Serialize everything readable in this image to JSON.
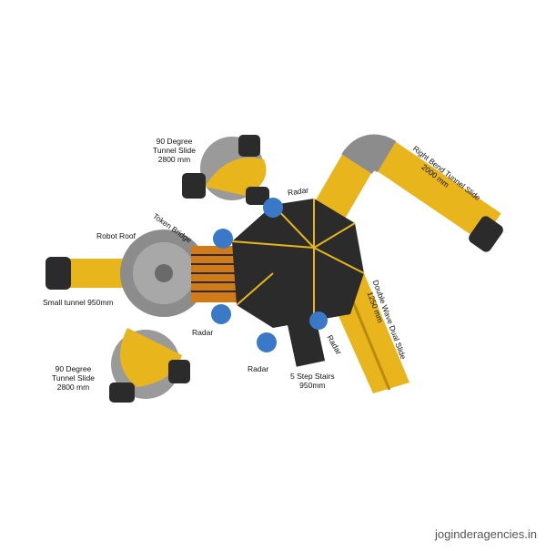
{
  "labels": {
    "tunnel_slide_top": {
      "line1": "90 Degree",
      "line2": "Tunnel Slide",
      "line3": "2800 mm"
    },
    "right_bend": {
      "line1": "Right Bend Tunnel Slide",
      "line2": "2000 mm"
    },
    "radar_top": "Radar",
    "token_bridge": "Token Bridge",
    "robot_roof": "Robot Roof",
    "small_tunnel": "Small tunnel 950mm",
    "radar_left": "Radar",
    "double_wave": {
      "line1": "Double Wave Dual Slide",
      "line2": "1250 mm"
    },
    "tunnel_slide_bottom": {
      "line1": "90 Degree",
      "line2": "Tunnel Slide",
      "line3": "2800 mm"
    },
    "radar_bottom": "Radar",
    "radar_right": "Radar",
    "stairs": {
      "line1": "5 Step Stairs",
      "line2": "950mm"
    }
  },
  "watermark": "joginderagencies.in",
  "colors": {
    "yellow": "#e8b51c",
    "grey": "#8c8c8c",
    "dark": "#2b2b2b",
    "blue": "#3a78c8",
    "orange": "#d07a18"
  }
}
